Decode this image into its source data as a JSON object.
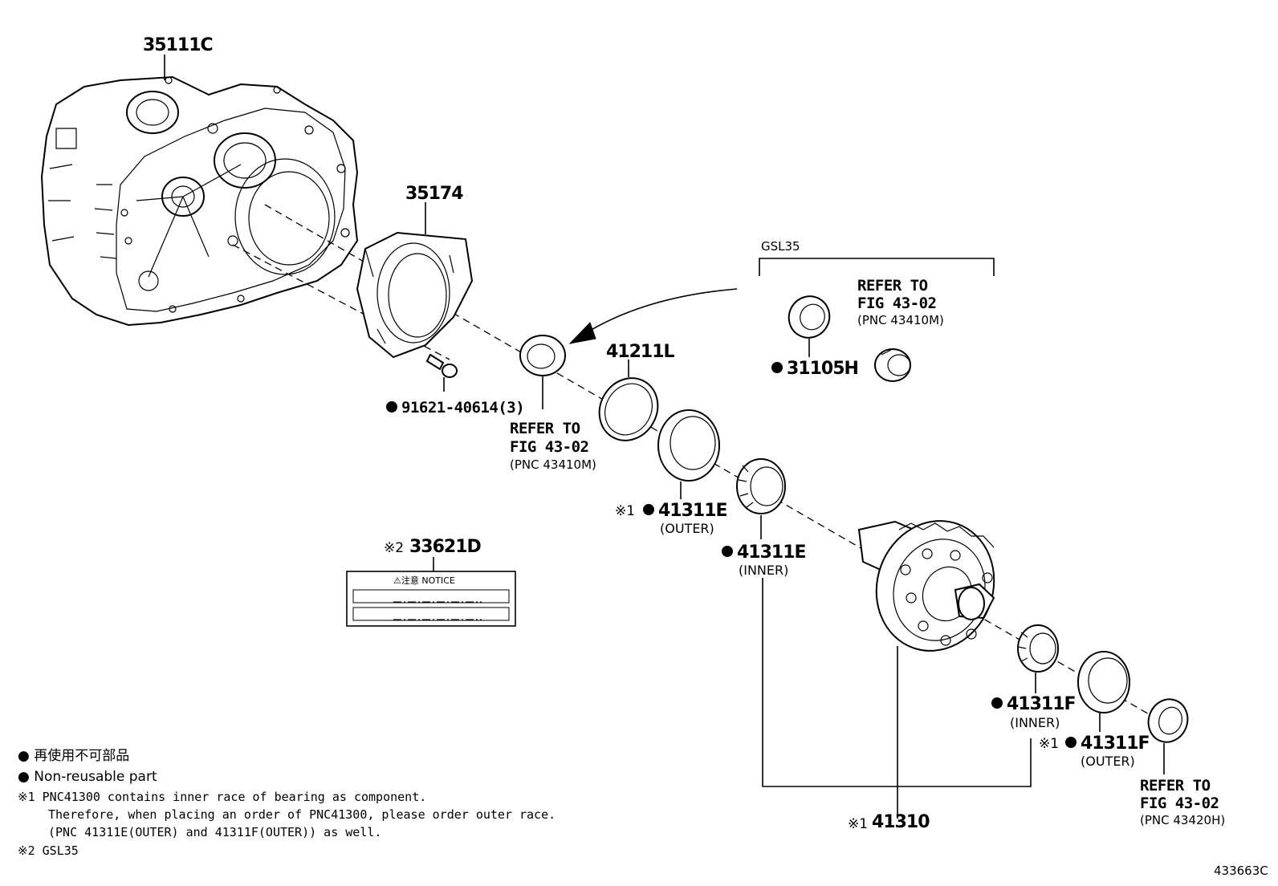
{
  "parts": {
    "p35111C": "35111C",
    "p35174": "35174",
    "p91621": "91621-40614(3)",
    "p41211L": "41211L",
    "p31105H": "31105H",
    "p41311E_outer": "41311E",
    "p41311E_outer_sub": "(OUTER)",
    "p41311E_inner": "41311E",
    "p41311E_inner_sub": "(INNER)",
    "p33621D": "33621D",
    "p41311F_inner": "41311F",
    "p41311F_inner_sub": "(INNER)",
    "p41311F_outer": "41311F",
    "p41311F_outer_sub": "(OUTER)",
    "p41310": "41310"
  },
  "refs": {
    "ref1_l1": "REFER TO",
    "ref1_l2": "FIG 43-02",
    "ref1_l3": "(PNC 43410M)",
    "ref2_l1": "REFER TO",
    "ref2_l2": "FIG 43-02",
    "ref2_l3": "(PNC 43410M)",
    "ref3_l1": "REFER TO",
    "ref3_l2": "FIG 43-02",
    "ref3_l3": "(PNC 43420H)"
  },
  "group_label": "GSL35",
  "marks": {
    "note1": "※1",
    "note2": "※2"
  },
  "notice_label": {
    "header": "⚠注意  NOTICE"
  },
  "legend": {
    "line1": "● 再使用不可部品",
    "line2": "● Non-reusable part",
    "note1_l1": "※1 PNC41300 contains inner race of bearing as component.",
    "note1_l2": "Therefore, when placing an order of PNC41300, please order outer race.",
    "note1_l3": "(PNC 41311E(OUTER) and 41311F(OUTER)) as well.",
    "note2": "※2 GSL35"
  },
  "figure_id": "433663C"
}
